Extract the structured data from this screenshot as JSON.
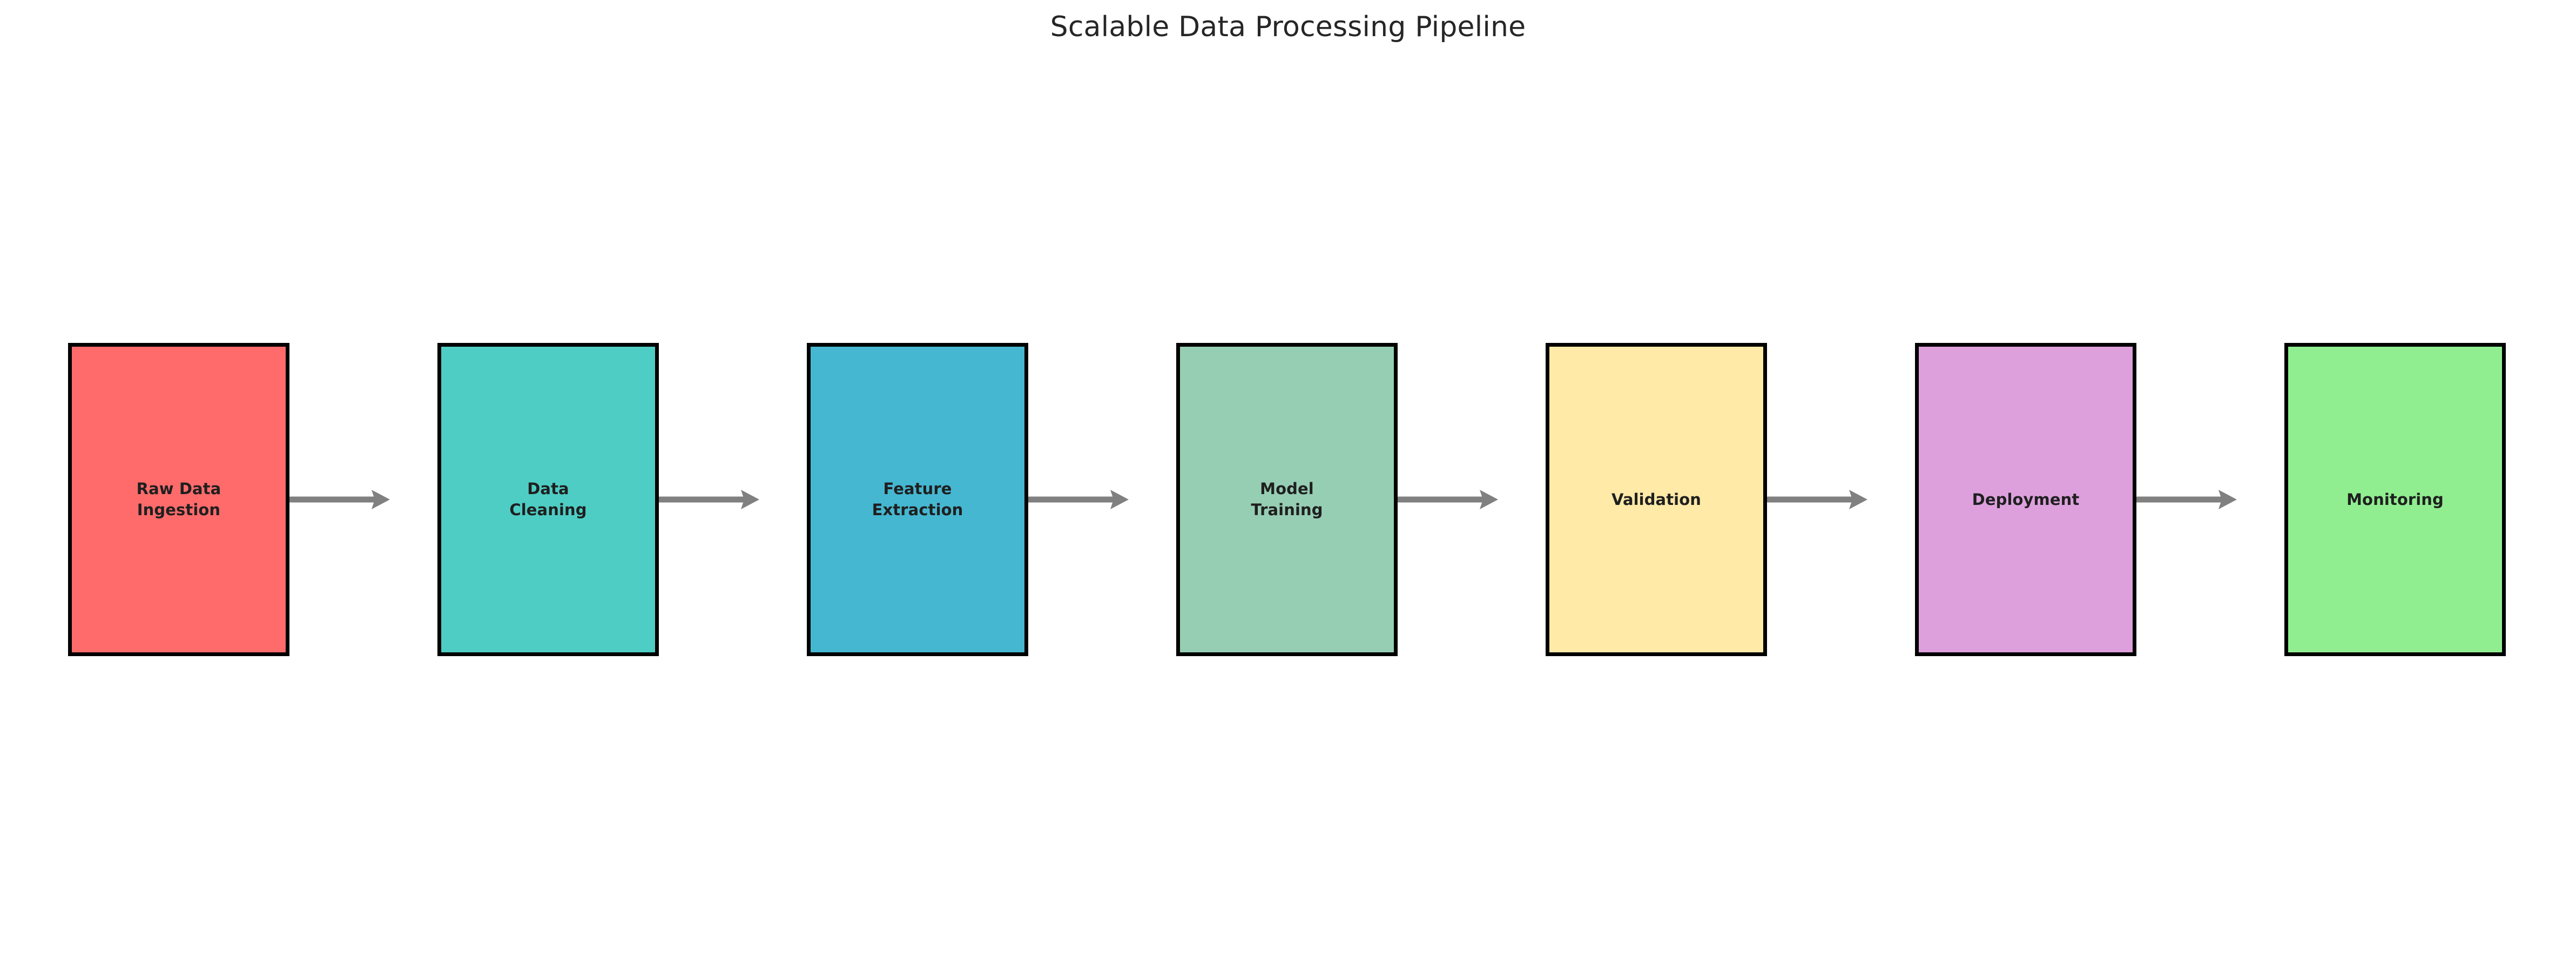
{
  "figure": {
    "title": "Scalable Data Processing Pipeline",
    "background_color": "#ffffff",
    "title_color": "#262626",
    "border_color": "#000000",
    "arrow_color": "#808080",
    "label_color": "#1f1f1f"
  },
  "chart_data": {
    "type": "diagram",
    "diagram_kind": "linear-flowchart",
    "title": "Scalable Data Processing Pipeline",
    "orientation": "left-to-right",
    "node_count": 7,
    "connector_count": 6,
    "connector_style": "single-headed arrow",
    "nodes": [
      {
        "id": "raw-data-ingestion",
        "label": "Raw Data\nIngestion",
        "color": "#FF6B6B",
        "order": 1
      },
      {
        "id": "data-cleaning",
        "label": "Data\nCleaning",
        "color": "#4ECDC4",
        "order": 2
      },
      {
        "id": "feature-extraction",
        "label": "Feature\nExtraction",
        "color": "#45B7D1",
        "order": 3
      },
      {
        "id": "model-training",
        "label": "Model\nTraining",
        "color": "#96CEB4",
        "order": 4
      },
      {
        "id": "validation",
        "label": "Validation",
        "color": "#FFEAA7",
        "order": 5
      },
      {
        "id": "deployment",
        "label": "Deployment",
        "color": "#DDA0DD",
        "order": 6
      },
      {
        "id": "monitoring",
        "label": "Monitoring",
        "color": "#90EE90",
        "order": 7
      }
    ],
    "edges": [
      {
        "from": "raw-data-ingestion",
        "to": "data-cleaning"
      },
      {
        "from": "data-cleaning",
        "to": "feature-extraction"
      },
      {
        "from": "feature-extraction",
        "to": "model-training"
      },
      {
        "from": "model-training",
        "to": "validation"
      },
      {
        "from": "validation",
        "to": "deployment"
      },
      {
        "from": "deployment",
        "to": "monitoring"
      }
    ]
  }
}
